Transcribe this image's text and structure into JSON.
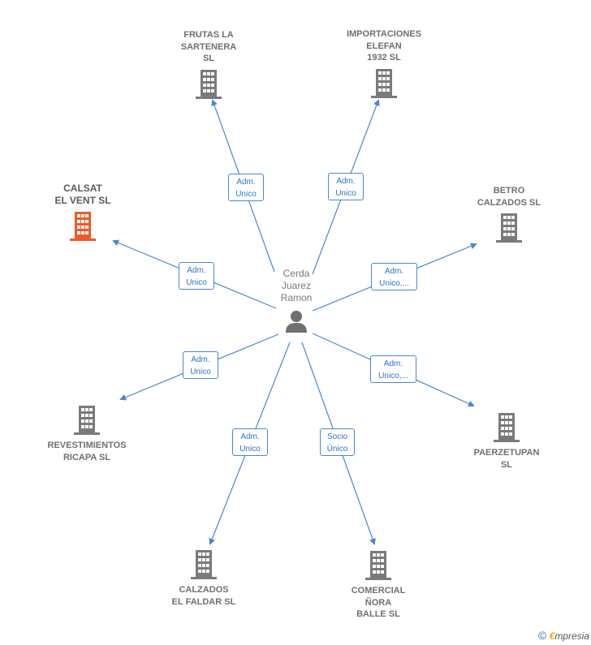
{
  "center": {
    "name": "Cerda\nJuarez\nRamon",
    "icon": "person-icon"
  },
  "companies": [
    {
      "id": "frutas",
      "name": "FRUTAS LA\nSARTENERA\nSL",
      "color": "#7a7a7a",
      "icon": "building-icon"
    },
    {
      "id": "importaciones",
      "name": "IMPORTACIONES\nELEFAN\n1932  SL",
      "color": "#7a7a7a",
      "icon": "building-icon"
    },
    {
      "id": "calsat",
      "name": "CALSAT\nEL VENT  SL",
      "color": "#f05a28",
      "icon": "building-icon"
    },
    {
      "id": "betro",
      "name": "BETRO\nCALZADOS  SL",
      "color": "#7a7a7a",
      "icon": "building-icon"
    },
    {
      "id": "revestimientos",
      "name": "REVESTIMIENTOS\nRICAPA SL",
      "color": "#7a7a7a",
      "icon": "building-icon"
    },
    {
      "id": "paerzetupan",
      "name": "PAERZETUPAN\nSL",
      "color": "#7a7a7a",
      "icon": "building-icon"
    },
    {
      "id": "calzados",
      "name": "CALZADOS\nEL FALDAR  SL",
      "color": "#7a7a7a",
      "icon": "building-icon"
    },
    {
      "id": "comercial",
      "name": "COMERCIAL\nÑORA\nBALLE  SL",
      "color": "#7a7a7a",
      "icon": "building-icon"
    }
  ],
  "relations": [
    {
      "to": "frutas",
      "label": "Adm.\nUnico"
    },
    {
      "to": "importaciones",
      "label": "Adm.\nUnico"
    },
    {
      "to": "calsat",
      "label": "Adm.\nUnico"
    },
    {
      "to": "betro",
      "label": "Adm.\nUnico,..."
    },
    {
      "to": "revestimientos",
      "label": "Adm.\nUnico"
    },
    {
      "to": "paerzetupan",
      "label": "Adm.\nUnico,..."
    },
    {
      "to": "calzados",
      "label": "Adm.\nUnico"
    },
    {
      "to": "comercial",
      "label": "Socio\nÚnico"
    }
  ],
  "colors": {
    "edge": "#4a86d4",
    "label_text": "#2f72c9"
  },
  "footer": {
    "symbol": "©",
    "brand_first": "€",
    "brand_rest": "mpresia"
  }
}
